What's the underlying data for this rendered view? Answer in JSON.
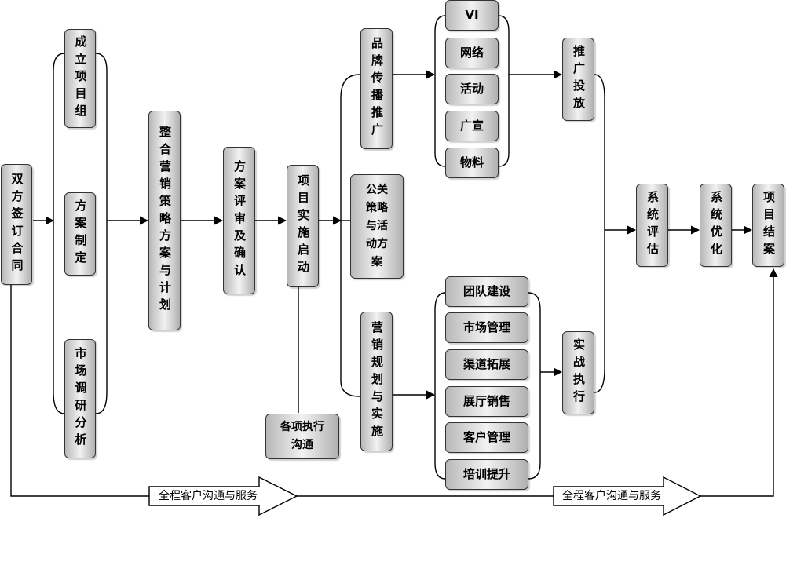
{
  "nodes": {
    "sign": "双方签订合同",
    "team": "成立项目组",
    "plan": "方案制定",
    "research": "市场调研分析",
    "integrate": "整合营销策略方案与计划",
    "review": "方案评审及确认",
    "launch": "项目实施启动",
    "comm": "各项执行\n沟通",
    "brand": "品牌传播推广",
    "pr": "公关\n策略\n与活\n动方\n案",
    "mkt": "营销规划与实施",
    "vi": "VI",
    "network": "网络",
    "event": "活动",
    "ad": "广宣",
    "material": "物料",
    "team_build": "团队建设",
    "market_mgmt": "市场管理",
    "channel": "渠道拓展",
    "showroom": "展厅销售",
    "customer": "客户管理",
    "training": "培训提升",
    "promo": "推广投放",
    "execute": "实战执行",
    "eval": "系统评估",
    "optimize": "系统优化",
    "close": "项目结案"
  },
  "service_arrows": [
    "全程客户沟通与服务",
    "全程客户沟通与服务"
  ]
}
